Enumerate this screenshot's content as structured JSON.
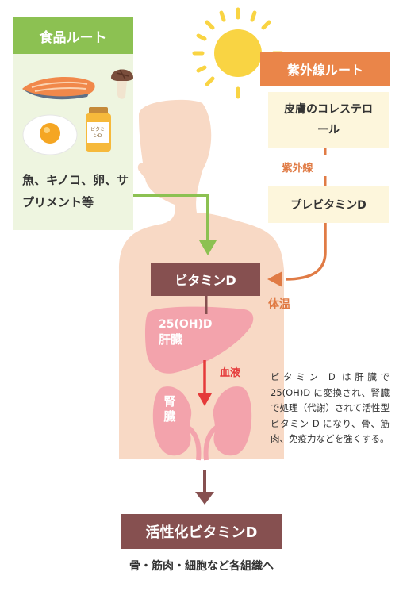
{
  "food_route": {
    "title": "食品ルート",
    "sources": "魚、キノコ、卵、サプリメント等",
    "supplement_label": "ビタミンD"
  },
  "uv_route": {
    "title": "紫外線ルート",
    "skin_box": "皮膚のコレステロール",
    "uv_label": "紫外線",
    "previtamin_box": "プレビタミンD",
    "heat_label": "体温"
  },
  "body": {
    "vitamin_d": "ビタミンD",
    "liver_metabolite": "25(OH)D",
    "liver": "肝臓",
    "blood": "血液",
    "kidney": "腎臓"
  },
  "note": "ビタミン D は肝臓で 25(OH)D に変換され、腎臓で処理（代謝）されて活性型ビタミン D になり、骨、筋肉、免疫力などを強くする。",
  "result": {
    "active_vitamin_d": "活性化ビタミンD",
    "targets": "骨・筋肉・細胞など各組織へ"
  },
  "colors": {
    "food_green": "#8cc152",
    "food_bg": "#eef5e0",
    "uv_orange": "#ea8549",
    "uv_bg": "#fdf6dc",
    "body_skin": "#f8d9c5",
    "organ_pink": "#f3a3ac",
    "box_brown": "#865050",
    "blood_red": "#e53a3a",
    "sun_yellow": "#f9d443"
  },
  "icons": [
    "salmon-icon",
    "mushroom-icon",
    "fried-egg-icon",
    "supplement-bottle-icon",
    "sun-icon"
  ]
}
